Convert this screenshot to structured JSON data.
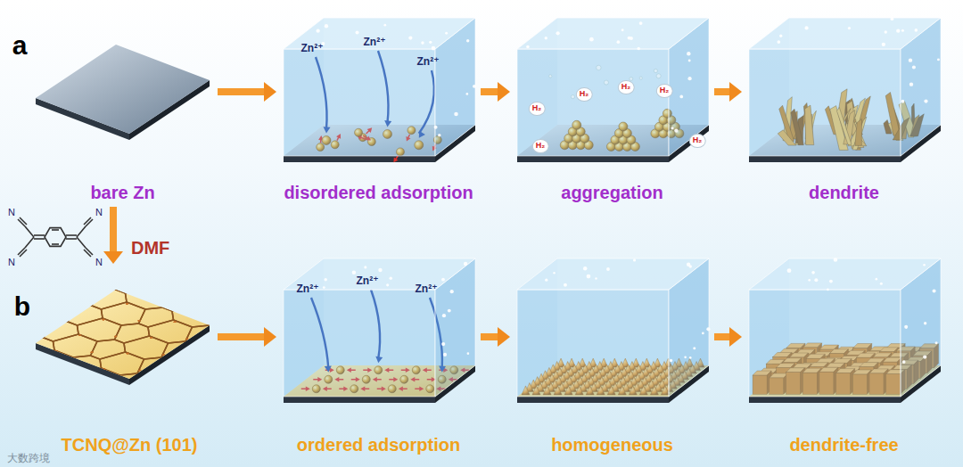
{
  "diagram": {
    "nodes": [
      {
        "text": [
          "bare Zn"
        ]
      },
      {
        "text": [
          "disordered adsorption"
        ]
      },
      {
        "text": [
          "aggregation"
        ]
      },
      {
        "text": [
          "dendrite"
        ]
      },
      {
        "text": [
          "TCNQ@Zn (101)"
        ]
      },
      {
        "text": [
          "ordered adsorption"
        ]
      },
      {
        "text": [
          "homogeneous"
        ]
      },
      {
        "text": [
          "dendrite-free"
        ]
      }
    ],
    "edges": [
      {
        "from": 0,
        "to": 1,
        "arrow": "to"
      },
      {
        "from": 1,
        "to": 2,
        "arrow": "to"
      },
      {
        "from": 2,
        "to": 3,
        "arrow": "to"
      },
      {
        "from": 4,
        "to": 5,
        "arrow": "to"
      },
      {
        "from": 5,
        "to": 6,
        "arrow": "to"
      },
      {
        "from": 6,
        "to": 7,
        "arrow": "to"
      },
      {
        "from": 0,
        "to": 4,
        "label": "DMF",
        "arrow": "to"
      }
    ],
    "labels": [
      "a",
      "Zn²⁺",
      "Zn²⁺",
      "Zn²⁺",
      "H₂",
      "H₂",
      "H₂",
      "H₂",
      "H₂",
      "H₂",
      "N",
      "N",
      "N",
      "N",
      "b",
      "Zn²⁺",
      "Zn²⁺",
      "Zn²⁺",
      "大数跨境"
    ]
  }
}
